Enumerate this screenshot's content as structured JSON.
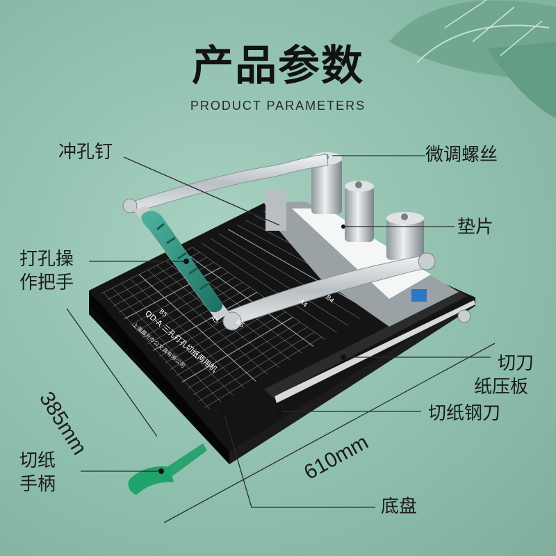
{
  "header": {
    "title": "产品参数",
    "subtitle": "PRODUCT PARAMETERS"
  },
  "labels": {
    "punch_pin": "冲孔钉",
    "fine_screw": "微调螺丝",
    "shim": "垫片",
    "punch_handle_line1": "打孔操",
    "punch_handle_line2": "作把手",
    "cutter_press_line1": "切刀",
    "cutter_press_line2": "纸压板",
    "steel_blade": "切纸钢刀",
    "cut_handle_line1": "切纸",
    "cut_handle_line2": "手柄",
    "base": "底盘"
  },
  "dimensions": {
    "depth": "385mm",
    "width": "610mm"
  },
  "board_print": {
    "model": "QD-A 三孔打孔切纸两用机",
    "company": "上海晨光办公文具有限公司",
    "sizes": [
      "B5",
      "A5",
      "B6",
      "A4",
      "B4"
    ]
  },
  "colors": {
    "board": "#141414",
    "grid": "#cfd6d4",
    "handle_green": "#2f8f7c",
    "grip_green": "#1f9a6c",
    "steel": "#cfd3d6"
  }
}
